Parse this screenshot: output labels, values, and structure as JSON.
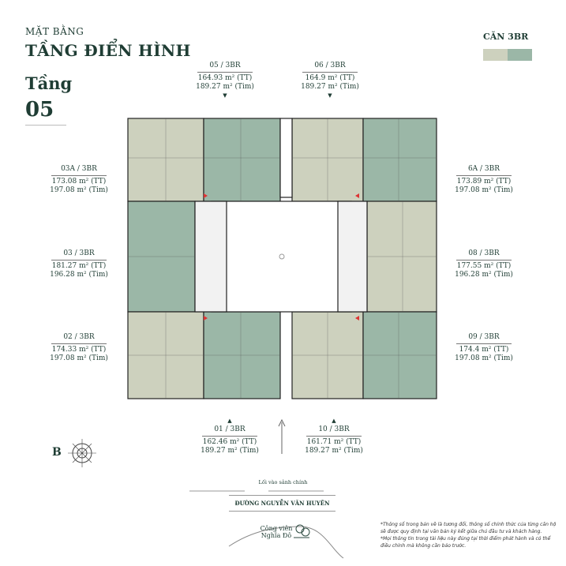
{
  "header": {
    "subtitle": "MẶT BẰNG",
    "title": "TẦNG ĐIỂN HÌNH",
    "floor_label": "Tầng",
    "floor_number": "05"
  },
  "legend": {
    "title": "CĂN 3BR",
    "colors": [
      "#cdd1be",
      "#9bb7a7"
    ]
  },
  "units": [
    {
      "id": "05 / 3BR",
      "tt": "164.93 m² (TT)",
      "tim": "189.27 m² (Tim)"
    },
    {
      "id": "06 / 3BR",
      "tt": "164.9 m² (TT)",
      "tim": "189.27 m² (Tim)"
    },
    {
      "id": "03A / 3BR",
      "tt": "173.08 m² (TT)",
      "tim": "197.08 m² (Tim)"
    },
    {
      "id": "6A / 3BR",
      "tt": "173.89 m² (TT)",
      "tim": "197.08 m² (Tim)"
    },
    {
      "id": "03 / 3BR",
      "tt": "181.27 m² (TT)",
      "tim": "196.28 m² (Tim)"
    },
    {
      "id": "08 / 3BR",
      "tt": "177.55 m² (TT)",
      "tim": "196.28 m² (Tim)"
    },
    {
      "id": "02 / 3BR",
      "tt": "174.33 m² (TT)",
      "tim": "197.08 m² (Tim)"
    },
    {
      "id": "09 / 3BR",
      "tt": "174.4 m² (TT)",
      "tim": "197.08 m² (Tim)"
    },
    {
      "id": "01 / 3BR",
      "tt": "162.46 m² (TT)",
      "tim": "189.27 m² (Tim)"
    },
    {
      "id": "10 / 3BR",
      "tt": "161.71 m² (TT)",
      "tim": "189.27 m² (Tim)"
    }
  ],
  "compass": {
    "label": "B"
  },
  "site": {
    "entrance": "Lối vào sảnh chính",
    "street": "ĐƯỜNG NGUYỄN VĂN HUYÊN",
    "park_line1": "Công viên",
    "park_line2": "Nghĩa Đô"
  },
  "notes": [
    "*Thông số trong bản vẽ là tương đối, thông số chính thức của từng căn hộ sẽ được quy định tại văn bản ký kết giữa chủ đầu tư và khách hàng.",
    "*Mọi thông tin trong tài liệu này đúng tại thời điểm phát hành và có thể điều chỉnh mà không cần báo trước."
  ]
}
